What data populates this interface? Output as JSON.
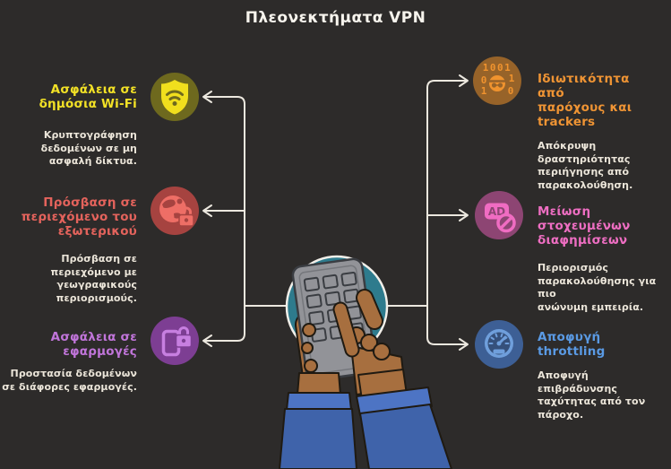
{
  "title": "Πλεονεκτήματα VPN",
  "items_left": [
    {
      "heading": "Ασφάλεια σε δημόσια Wi-Fi",
      "heading_lines": [
        "Ασφάλεια σε",
        "δημόσια Wi-Fi"
      ],
      "description": "Κρυπτογράφηση δεδομένων σε μη ασφαλή δίκτυα.",
      "desc_lines": [
        "Κρυπτογράφηση",
        "δεδομένων σε μη",
        "ασφαλή δίκτυα."
      ],
      "accent": "#f2e126",
      "icon": "shield-wifi-icon",
      "icon_bg": "#6e691e",
      "icon_fg": "#f1df1d"
    },
    {
      "heading": "Πρόσβαση σε περιεχόμενο του εξωτερικού",
      "heading_lines": [
        "Πρόσβαση σε",
        "περιεχόμενο του",
        "εξωτερικού"
      ],
      "description": "Πρόσβαση σε περιεχόμενο με γεωγραφικούς περιορισμούς.",
      "desc_lines": [
        "Πρόσβαση σε",
        "περιεχόμενο με",
        "γεωγραφικούς",
        "περιορισμούς."
      ],
      "accent": "#e4635c",
      "icon": "globe-lock-icon",
      "icon_bg": "#a64340",
      "icon_fg": "#ee6e66"
    },
    {
      "heading": "Ασφάλεια σε εφαρμογές",
      "heading_lines": [
        "Ασφάλεια σε",
        "εφαρμογές"
      ],
      "description": "Προστασία δεδομένων σε διάφορες εφαρμογές.",
      "desc_lines": [
        "Προστασία δεδομένων",
        "σε διάφορες εφαρμογές."
      ],
      "accent": "#c175da",
      "icon": "phone-lock-icon",
      "icon_bg": "#7d3e93",
      "icon_fg": "#c77fe0"
    }
  ],
  "items_right": [
    {
      "heading": "Ιδιωτικότητα από παρόχους και trackers",
      "heading_lines": [
        "Ιδιωτικότητα από",
        "παρόχους και",
        "trackers"
      ],
      "description": "Απόκρυψη δραστηριότητας περιήγησης από παρακολούθηση.",
      "desc_lines": [
        "Απόκρυψη",
        "δραστηριότητας",
        "περιήγησης από",
        "παρακολούθηση."
      ],
      "accent": "#ef9434",
      "icon": "binary-incognito-icon",
      "icon_bg": "#976329",
      "icon_fg": "#f0932e",
      "icon_text": {
        "row_top": "1001",
        "mid_left": "0",
        "mid_right": "1",
        "bot_left": "1",
        "bot_right": "0"
      }
    },
    {
      "heading": "Μείωση στοχευμένων διαφημίσεων",
      "heading_lines": [
        "Μείωση",
        "στοχευμένων",
        "διαφημίσεων"
      ],
      "description": "Περιορισμός παρακολούθησης για πιο ανώνυμη εμπειρία.",
      "desc_lines": [
        "Περιορισμός",
        "παρακολούθησης για πιο",
        "ανώνυμη εμπειρία."
      ],
      "accent": "#ee6ec2",
      "icon": "ad-block-icon",
      "icon_bg": "#8d4573",
      "icon_fg": "#f06cc2",
      "badge_text": "AD"
    },
    {
      "heading": "Αποφυγή throttling",
      "heading_lines": [
        "Αποφυγή",
        "throttling"
      ],
      "description": "Αποφυγή επιβράδυνσης ταχύτητας από τον πάροχο.",
      "desc_lines": [
        "Αποφυγή επιβράδυνσης",
        "ταχύτητας από τον",
        "πάροχο."
      ],
      "accent": "#5a9ae4",
      "icon": "speedometer-icon",
      "icon_bg": "#3d5f95",
      "icon_fg": "#6f9fdc"
    }
  ],
  "colors": {
    "background": "#2d2b2a",
    "title_text": "#f7f4ed",
    "body_text": "#ece6da",
    "connector_line": "#ece8df",
    "center_circle": "#2e7b8d",
    "phone_body": "#929398",
    "skin": "#a76f3f",
    "sleeve": "#3f63aa",
    "cuff": "#4d74c4"
  }
}
